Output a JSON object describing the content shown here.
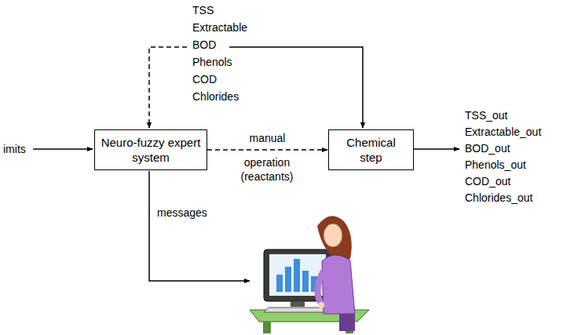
{
  "diagram": {
    "nodes": [
      {
        "text": [
          "Neuro-fuzzy expert system"
        ]
      },
      {
        "text": [
          "Chemical step"
        ]
      }
    ],
    "edges": [
      {
        "from": 0,
        "to": 1,
        "arrow": "to",
        "label": "manual"
      }
    ],
    "labels": [
      "TSS",
      "Extractable",
      "BOD",
      "Phenols",
      "COD",
      "Chlorides",
      "imits",
      "operation (reactants)",
      "messages",
      "TSS_out",
      "Extractable_out",
      "BOD_out",
      "Phenols_out",
      "COD_out",
      "Chlorides_out"
    ]
  }
}
